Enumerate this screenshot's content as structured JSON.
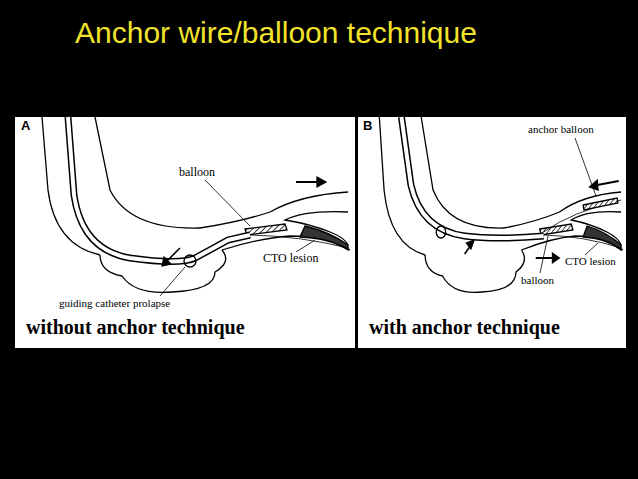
{
  "diagram": {
    "title": "Anchor wire/balloon technique",
    "labels": [
      "A",
      "balloon",
      "CTO lesion",
      "guiding catheter prolapse",
      "without anchor technique",
      "B",
      "anchor balloon",
      "balloon",
      "CTO lesion",
      "with anchor technique"
    ]
  }
}
